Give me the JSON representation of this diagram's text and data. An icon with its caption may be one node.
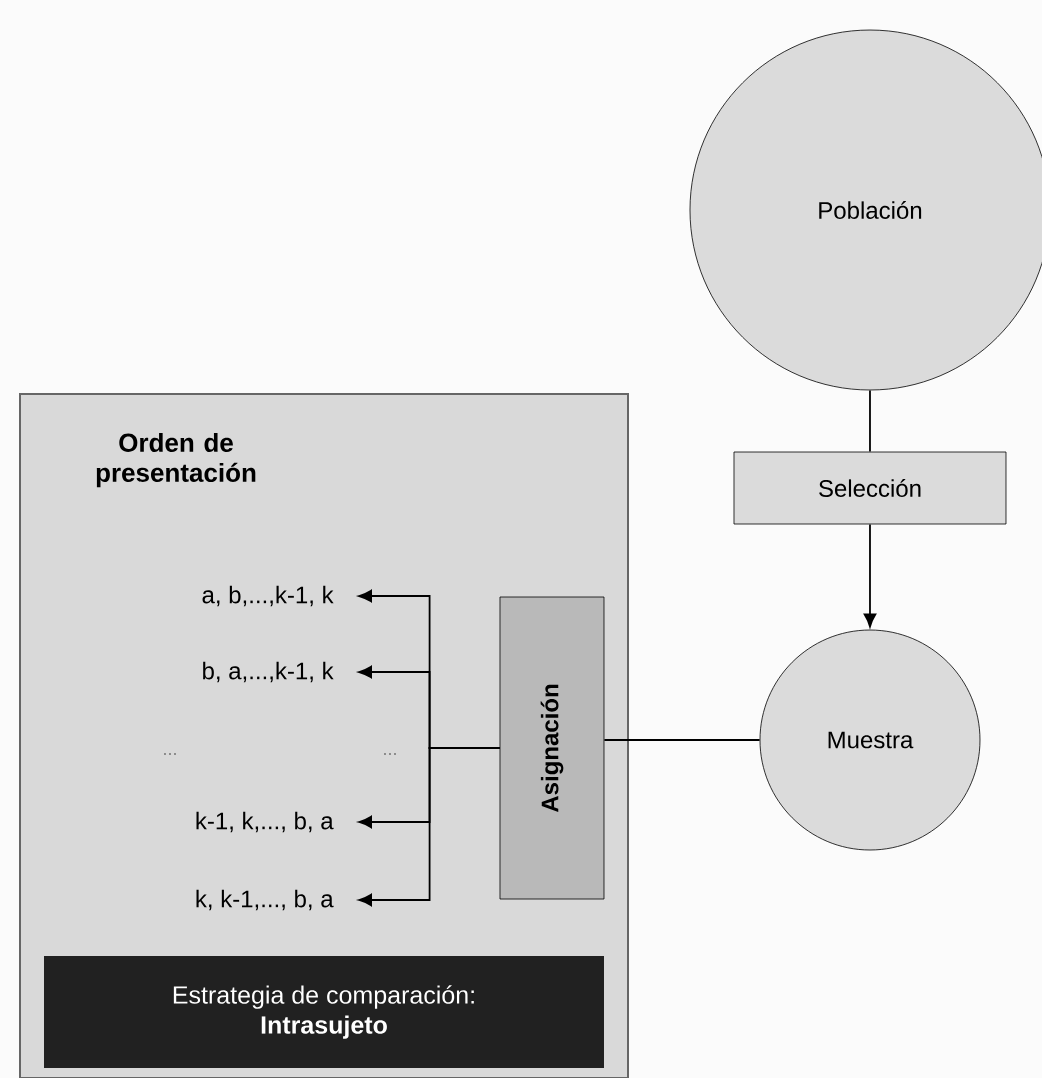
{
  "diagram": {
    "nodes": [
      {
        "text": [
          "Orden de presentación"
        ]
      },
      {
        "text": [
          "Asignación"
        ],
        "in": 0
      },
      {
        "text": [
          "a, b,...,k-1, k"
        ],
        "in": 0
      },
      {
        "text": [
          "b, a,...,k-1, k"
        ],
        "in": 0
      },
      {
        "text": [
          "k-1, k,..., b, a"
        ],
        "in": 0
      },
      {
        "text": [
          "k, k-1,..., b, a"
        ],
        "in": 0
      },
      {
        "text": [
          "Estrategia de comparación:",
          "Intrasujeto"
        ],
        "in": 0
      },
      {
        "text": [
          "Población"
        ]
      },
      {
        "text": [
          "Selección"
        ]
      },
      {
        "text": [
          "Muestra"
        ]
      }
    ],
    "edges": [
      {
        "from": 7,
        "to": 8,
        "arrow": "none"
      },
      {
        "from": 8,
        "to": 9,
        "arrow": "to"
      },
      {
        "from": 9,
        "to": 1,
        "arrow": "none"
      },
      {
        "from": 1,
        "to": 2,
        "arrow": "to"
      },
      {
        "from": 1,
        "to": 3,
        "arrow": "to"
      },
      {
        "from": 1,
        "to": 4,
        "arrow": "to"
      },
      {
        "from": 1,
        "to": 5,
        "arrow": "to"
      }
    ],
    "labels": [
      "...",
      "..."
    ]
  }
}
